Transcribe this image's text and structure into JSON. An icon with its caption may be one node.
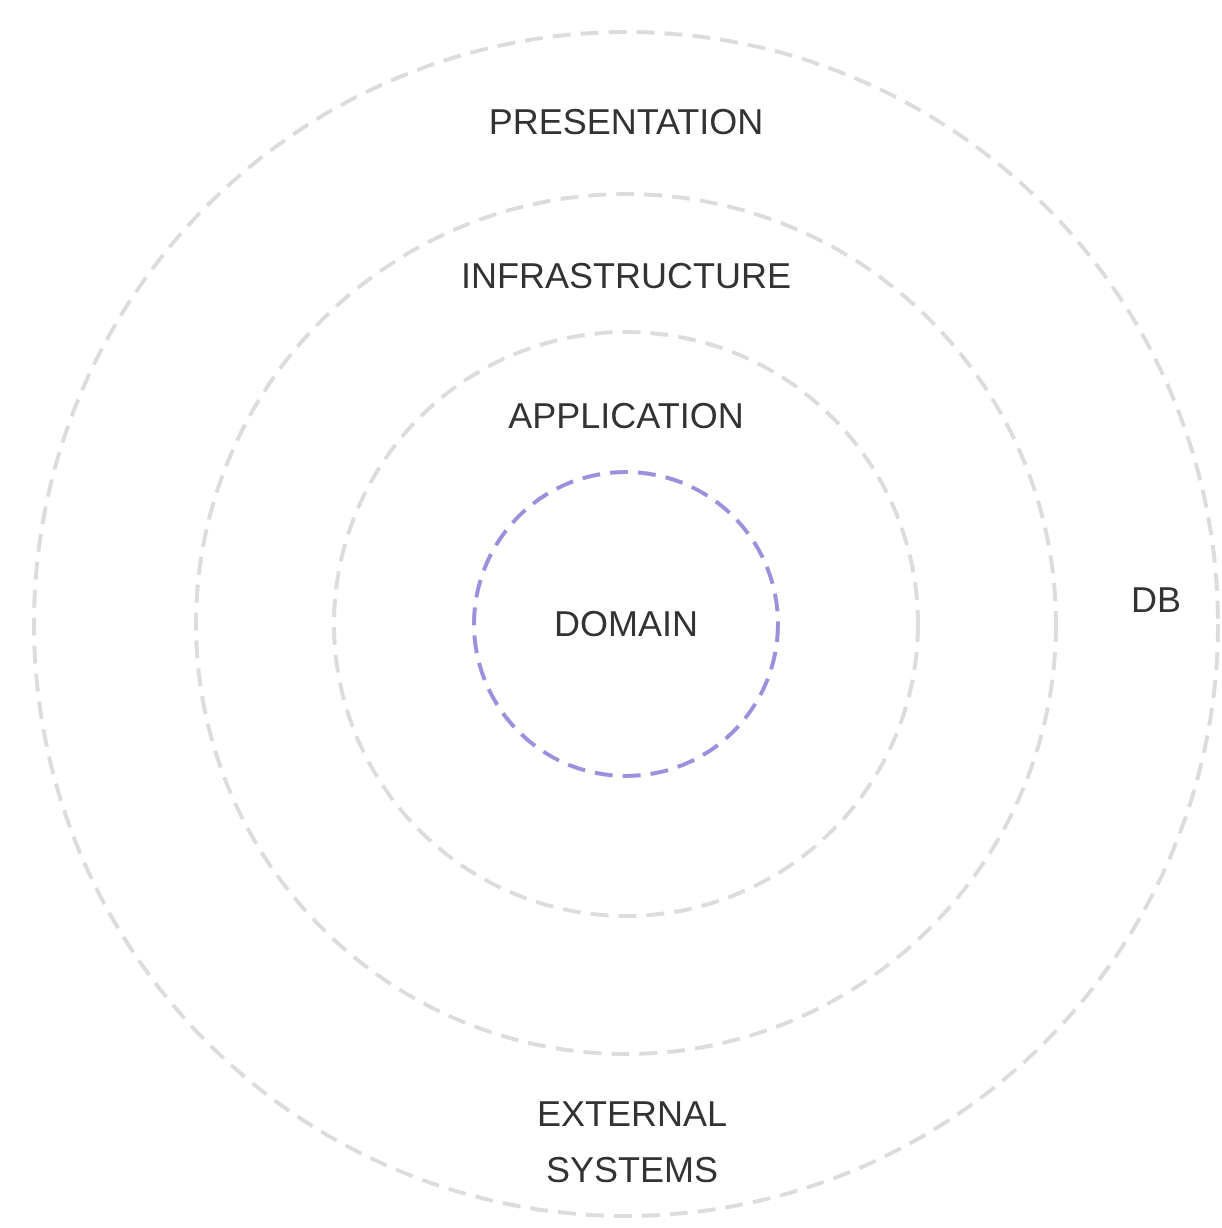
{
  "diagram": {
    "nodes": [
      {
        "text": [
          "PRESENTATION"
        ]
      },
      {
        "text": [
          "INFRASTRUCTURE"
        ],
        "in": 0
      },
      {
        "text": [
          "APPLICATION"
        ],
        "in": 1
      },
      {
        "text": [
          "DOMAIN"
        ],
        "in": 2
      }
    ],
    "labels": [
      "DB",
      "EXTERNAL SYSTEMS"
    ]
  }
}
